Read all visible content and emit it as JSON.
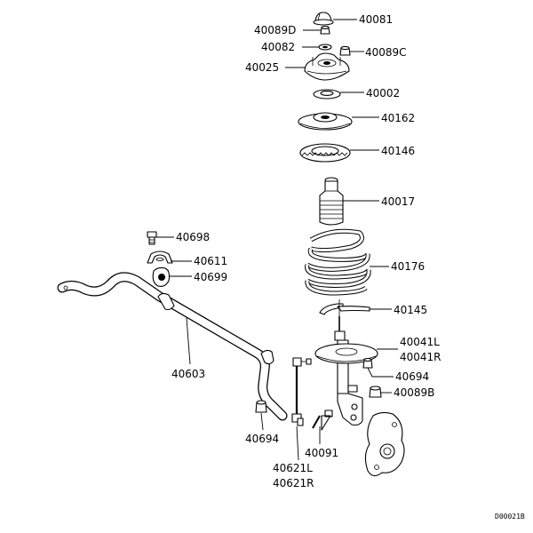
{
  "diagram_code": "D00021B",
  "labels": {
    "p40081": "40081",
    "p40089D": "40089D",
    "p40082": "40082",
    "p40089C": "40089C",
    "p40025": "40025",
    "p40002": "40002",
    "p40162": "40162",
    "p40146": "40146",
    "p40017": "40017",
    "p40698": "40698",
    "p40611": "40611",
    "p40699": "40699",
    "p40176": "40176",
    "p40145": "40145",
    "p40603": "40603",
    "p40041L": "40041L",
    "p40041R": "40041R",
    "p40694a": "40694",
    "p40089B": "40089B",
    "p40694b": "40694",
    "p40091": "40091",
    "p40621L": "40621L",
    "p40621R": "40621R"
  }
}
